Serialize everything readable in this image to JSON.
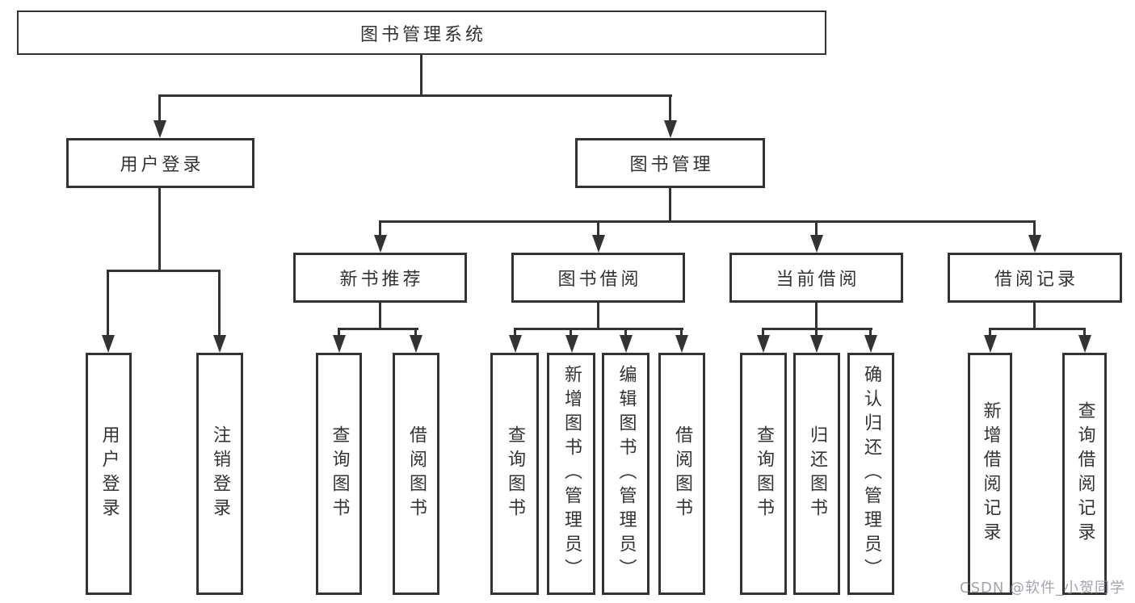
{
  "nodes": {
    "root": {
      "label": "图书管理系统"
    },
    "user_login": {
      "label": "用户登录"
    },
    "book_management": {
      "label": "图书管理"
    },
    "new_book_recommend": {
      "label": "新书推荐"
    },
    "book_borrow": {
      "label": "图书借阅"
    },
    "current_borrow": {
      "label": "当前借阅"
    },
    "borrow_record": {
      "label": "借阅记录"
    },
    "leaf_user_login": {
      "label": "用户登录"
    },
    "leaf_logout": {
      "label": "注销登录"
    },
    "leaf_query_book_1": {
      "label": "查询图书"
    },
    "leaf_borrow_book_1": {
      "label": "借阅图书"
    },
    "leaf_query_book_2": {
      "label": "查询图书"
    },
    "leaf_add_book_admin": {
      "label": "新增图书（管理员）"
    },
    "leaf_edit_book_admin": {
      "label": "编辑图书（管理员）"
    },
    "leaf_borrow_book_2": {
      "label": "借阅图书"
    },
    "leaf_query_book_3": {
      "label": "查询图书"
    },
    "leaf_return_book": {
      "label": "归还图书"
    },
    "leaf_confirm_return_admin": {
      "label": "确认归还（管理员）"
    },
    "leaf_add_borrow_record": {
      "label": "新增借阅记录"
    },
    "leaf_query_borrow_record": {
      "label": "查询借阅记录"
    }
  },
  "watermark": {
    "text": "CSDN @软件_小贺同学"
  },
  "colors": {
    "line": "#333333",
    "text": "#333333",
    "background": "#ffffff",
    "watermark": "#8c8c96"
  }
}
